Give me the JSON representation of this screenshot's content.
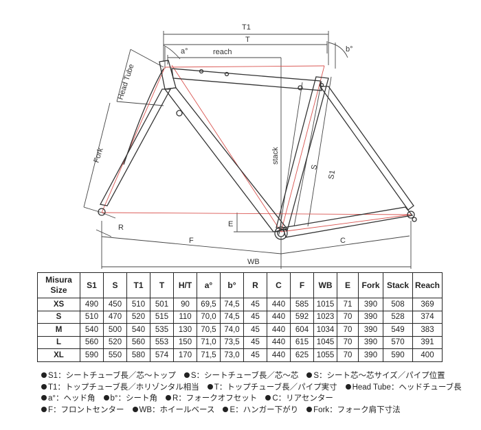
{
  "diagram": {
    "labels": {
      "t1": "T1",
      "t": "T",
      "reach": "reach",
      "a": "a°",
      "b": "b°",
      "head_tube": "Head Tube",
      "fork": "Fork",
      "stack": "stack",
      "s": "S",
      "s1": "S1",
      "r": "R",
      "e": "E",
      "f": "F",
      "c": "C",
      "wb": "WB"
    }
  },
  "table": {
    "headers": [
      "Misura Size",
      "S1",
      "S",
      "T1",
      "T",
      "H/T",
      "a°",
      "b°",
      "R",
      "C",
      "F",
      "WB",
      "E",
      "Fork",
      "Stack",
      "Reach"
    ],
    "rows": [
      [
        "XS",
        "490",
        "450",
        "510",
        "501",
        "90",
        "69,5",
        "74,5",
        "45",
        "440",
        "585",
        "1015",
        "71",
        "390",
        "508",
        "369"
      ],
      [
        "S",
        "510",
        "470",
        "520",
        "515",
        "110",
        "70,0",
        "74,5",
        "45",
        "440",
        "592",
        "1023",
        "70",
        "390",
        "528",
        "374"
      ],
      [
        "M",
        "540",
        "500",
        "540",
        "535",
        "130",
        "70,5",
        "74,0",
        "45",
        "440",
        "604",
        "1034",
        "70",
        "390",
        "549",
        "383"
      ],
      [
        "L",
        "560",
        "520",
        "560",
        "553",
        "150",
        "71,0",
        "73,5",
        "45",
        "440",
        "615",
        "1045",
        "70",
        "390",
        "570",
        "391"
      ],
      [
        "XL",
        "590",
        "550",
        "580",
        "574",
        "170",
        "71,5",
        "73,0",
        "45",
        "440",
        "625",
        "1055",
        "70",
        "390",
        "590",
        "400"
      ]
    ]
  },
  "legend": [
    [
      "S1：シートチューブ長／芯～トップ",
      "S：シートチューブ長／芯～芯",
      "S：シート芯～芯サイズ／パイプ位置"
    ],
    [
      "T1：トップチューブ長／ホリゾンタル相当",
      "T：トップチューブ長／パイプ実寸",
      "Head Tube：ヘッドチューブ長"
    ],
    [
      "a°：ヘッド角",
      "b°：シート角",
      "R：フォークオフセット",
      "C：リアセンター"
    ],
    [
      "F：フロントセンター",
      "WB：ホイールベース",
      "E：ハンガー下がり",
      "Fork：フォーク肩下寸法"
    ]
  ]
}
